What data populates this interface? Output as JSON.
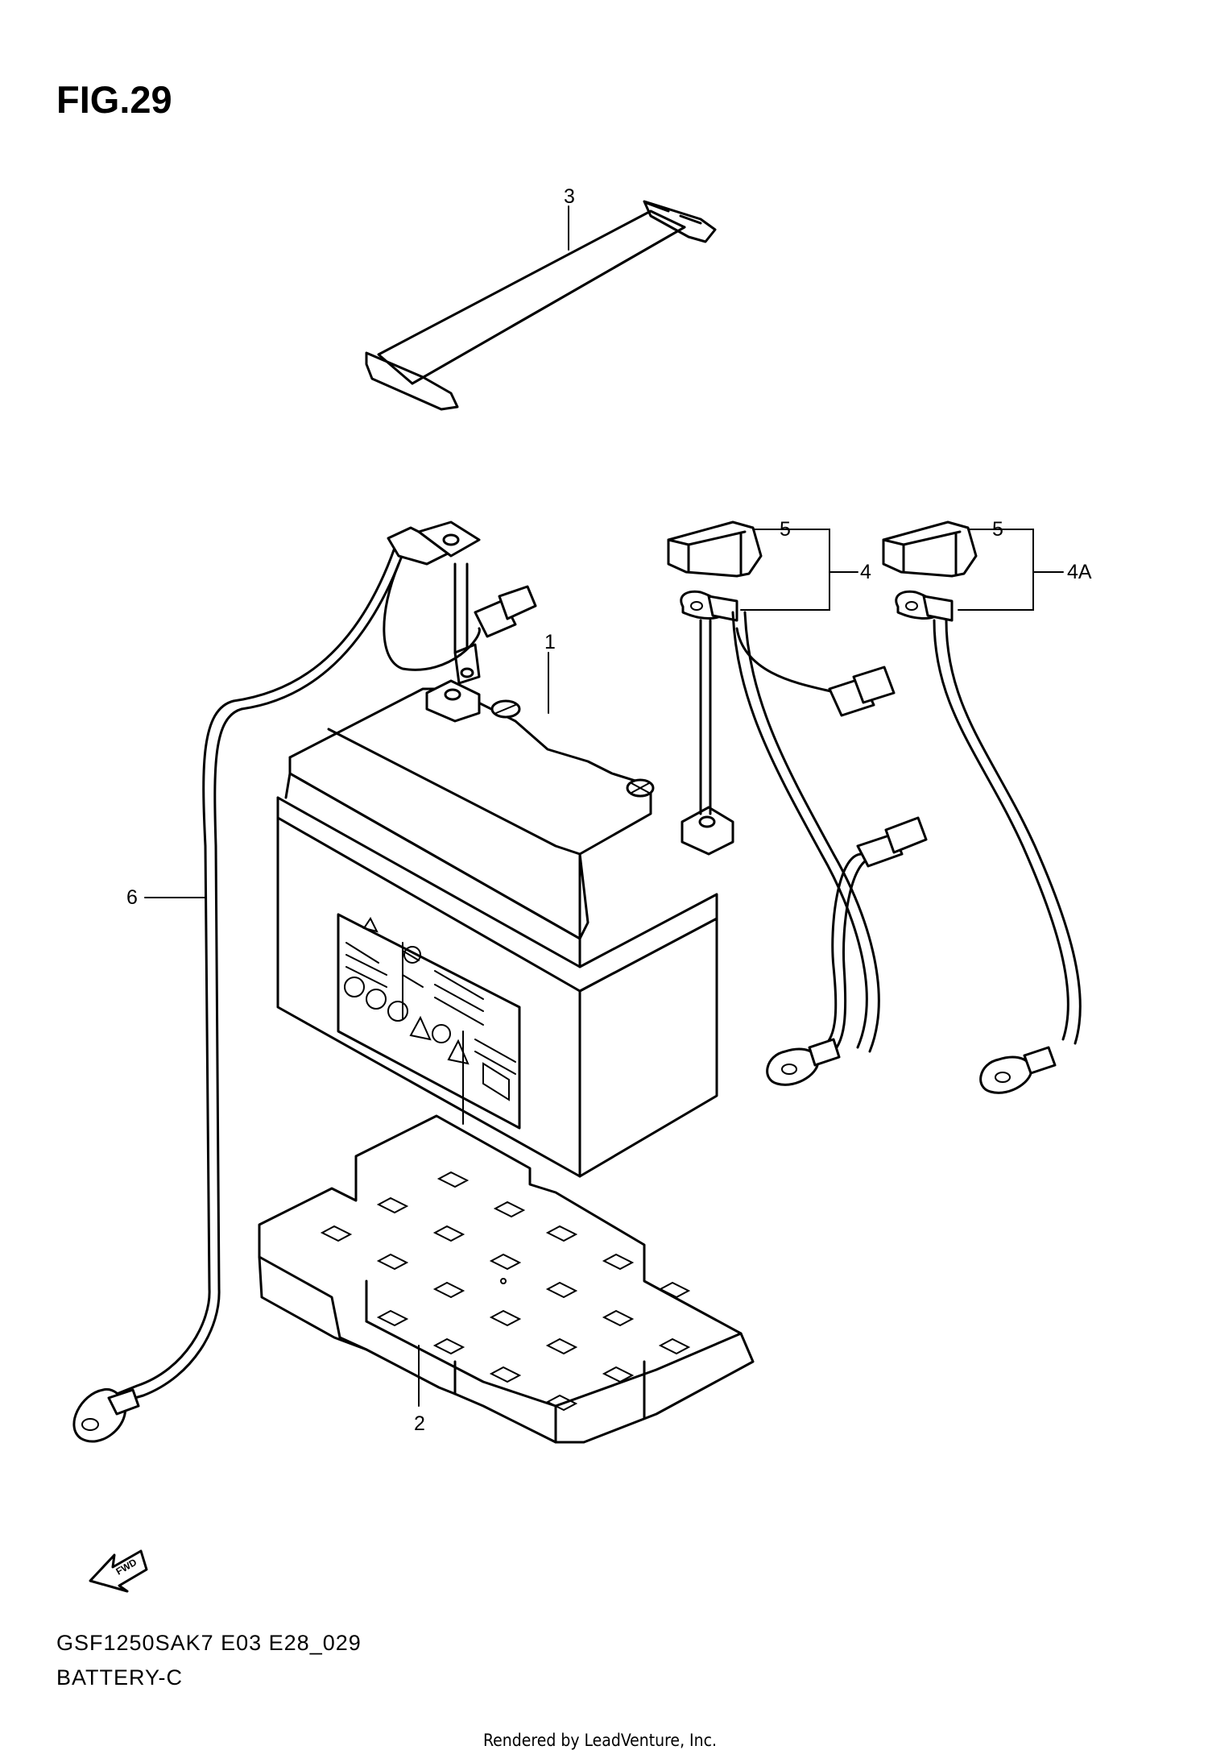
{
  "figure": {
    "title": "FIG.29",
    "model_code": "GSF1250SAK7 E03 E28_029",
    "section_name": "BATTERY-C",
    "credit": "Rendered by LeadVenture, Inc.",
    "fwd_label": "FWD"
  },
  "callouts": [
    {
      "id": "1",
      "label": "1"
    },
    {
      "id": "2",
      "label": "2"
    },
    {
      "id": "3",
      "label": "3"
    },
    {
      "id": "4",
      "label": "4"
    },
    {
      "id": "4A",
      "label": "4A"
    },
    {
      "id": "5a",
      "label": "5"
    },
    {
      "id": "5b",
      "label": "5"
    },
    {
      "id": "6",
      "label": "6"
    }
  ],
  "parts": [
    {
      "id": "1",
      "name": "battery"
    },
    {
      "id": "2",
      "name": "battery-tray"
    },
    {
      "id": "3",
      "name": "battery-strap"
    },
    {
      "id": "4",
      "name": "positive-lead-wire"
    },
    {
      "id": "4A",
      "name": "lead-wire"
    },
    {
      "id": "5",
      "name": "terminal-cover"
    },
    {
      "id": "6",
      "name": "negative-lead-wire"
    }
  ],
  "colors": {
    "line": "#000000",
    "background": "#ffffff"
  }
}
